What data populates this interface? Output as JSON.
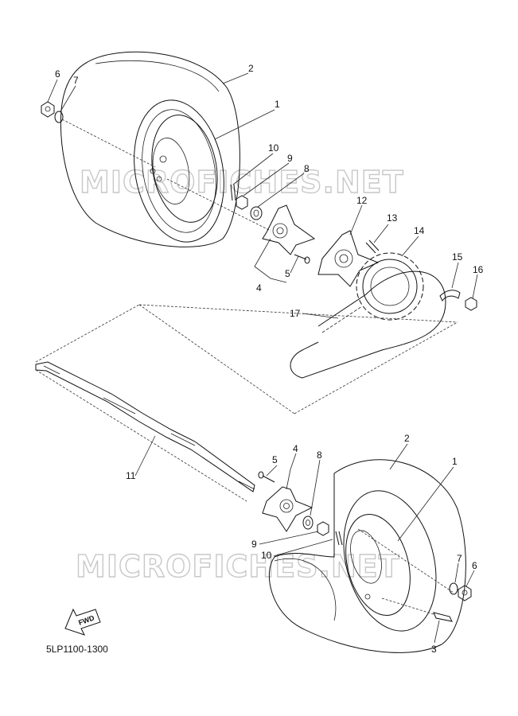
{
  "watermark": "MICROFICHES.NET",
  "diagram_code": "5LP1100-1300",
  "direction_label": "FWD",
  "callouts": {
    "c1_top": "1",
    "c2_top": "2",
    "c4_top": "4",
    "c5_top": "5",
    "c6_top": "6",
    "c7_top": "7",
    "c8_top": "8",
    "c9_top": "9",
    "c10_top": "10",
    "c11": "11",
    "c12": "12",
    "c13": "13",
    "c14": "14",
    "c15": "15",
    "c16": "16",
    "c17": "17",
    "c1_bot": "1",
    "c2_bot": "2",
    "c3_bot": "3",
    "c4_bot": "4",
    "c5_bot": "5",
    "c6_bot": "6",
    "c7_bot": "7",
    "c8_bot": "8",
    "c9_bot": "9",
    "c10_bot": "10"
  }
}
